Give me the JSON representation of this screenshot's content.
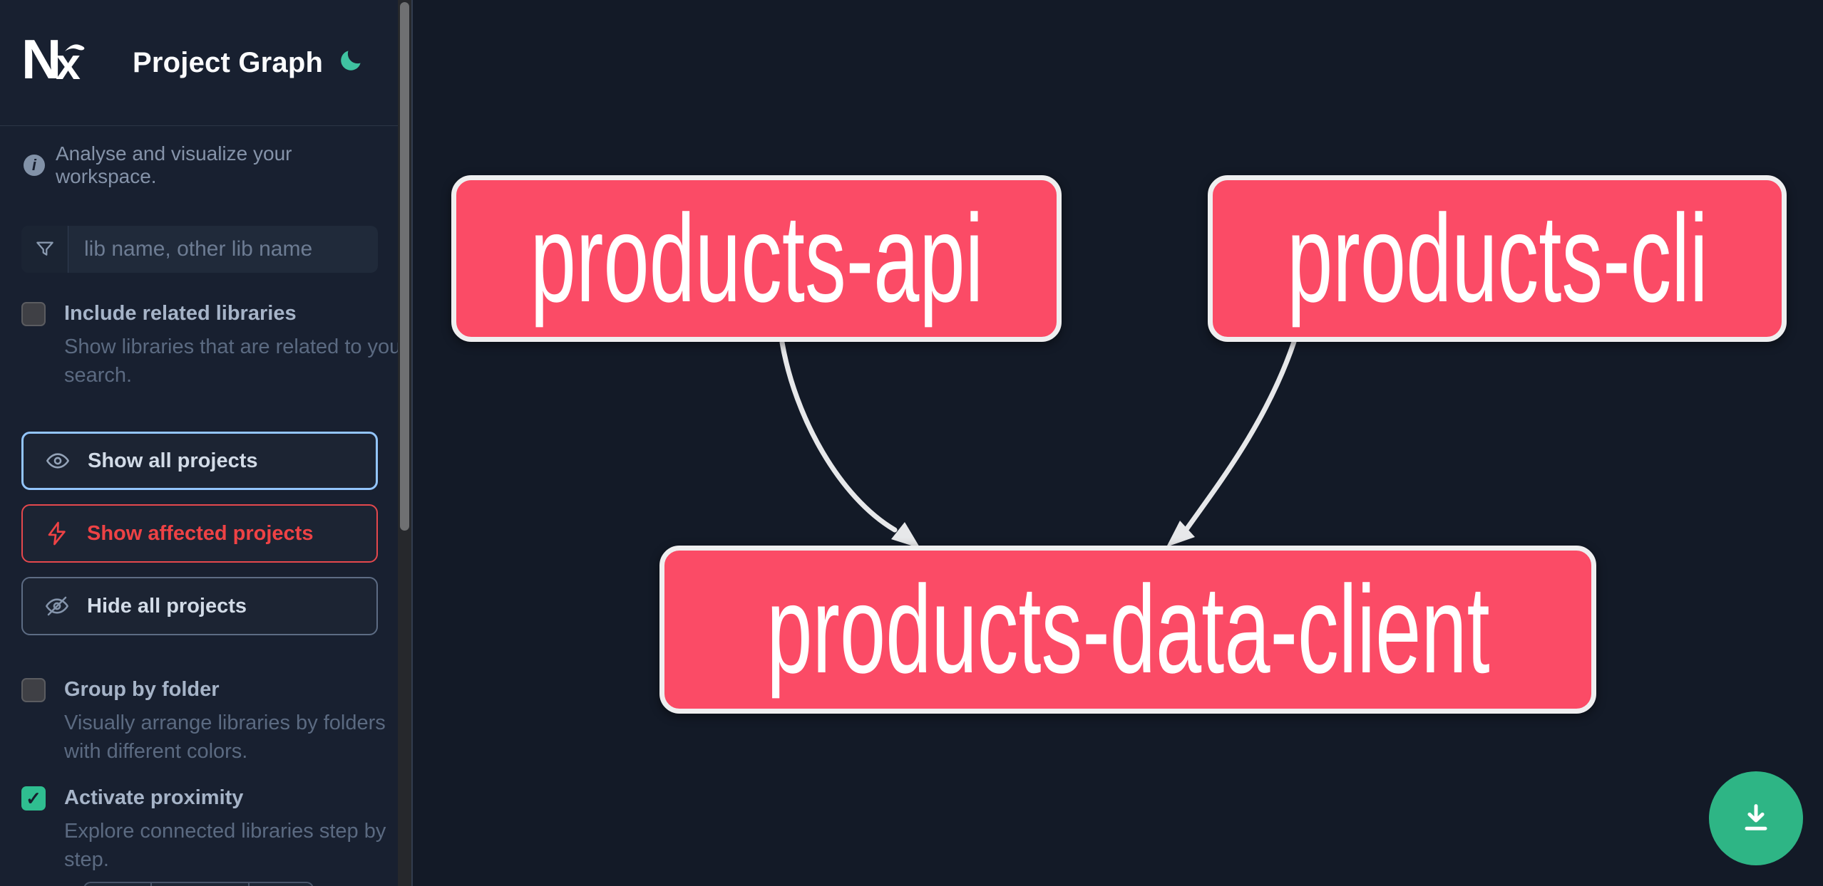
{
  "header": {
    "brand": "Nx",
    "title": "Project Graph",
    "theme_toggle_icon": "moon",
    "moon_color": "#3fc3a1"
  },
  "sidebar": {
    "tagline": "Analyse and visualize your workspace.",
    "search": {
      "placeholder": "lib name, other lib name",
      "icon": "filter-funnel-icon"
    },
    "checkboxes": [
      {
        "label": "Include related libraries",
        "description": "Show libraries that are related to your search.",
        "checked": false
      },
      {
        "label": "Group by folder",
        "description": "Visually arrange libraries by folders with different colors.",
        "checked": false
      },
      {
        "label": "Activate proximity",
        "description": "Explore connected libraries step by step.",
        "checked": true
      }
    ],
    "buttons": [
      {
        "label": "Show all projects",
        "icon": "eye-icon",
        "accent": "#93c5fd"
      },
      {
        "label": "Show affected projects",
        "icon": "lightning-bolt-icon",
        "accent": "#e5484d"
      },
      {
        "label": "Hide all projects",
        "icon": "eye-off-icon",
        "accent": "#5d6c84"
      }
    ],
    "checkbox_checked_color": "#2fbe90"
  },
  "graph": {
    "type": "dependency-diagram",
    "nodes": [
      {
        "id": "products-api",
        "label": "products-api",
        "status": "affected"
      },
      {
        "id": "products-cli",
        "label": "products-cli",
        "status": "affected"
      },
      {
        "id": "products-data-client",
        "label": "products-data-client",
        "status": "affected"
      }
    ],
    "edges": [
      {
        "from": "products-api",
        "to": "products-data-client"
      },
      {
        "from": "products-cli",
        "to": "products-data-client"
      }
    ],
    "node_color": "#fb4b66",
    "node_border_color": "#efeff0",
    "edge_color": "#e7e8ea",
    "background": "#131a27"
  },
  "fab": {
    "icon": "download-icon",
    "color": "#2eb585"
  }
}
